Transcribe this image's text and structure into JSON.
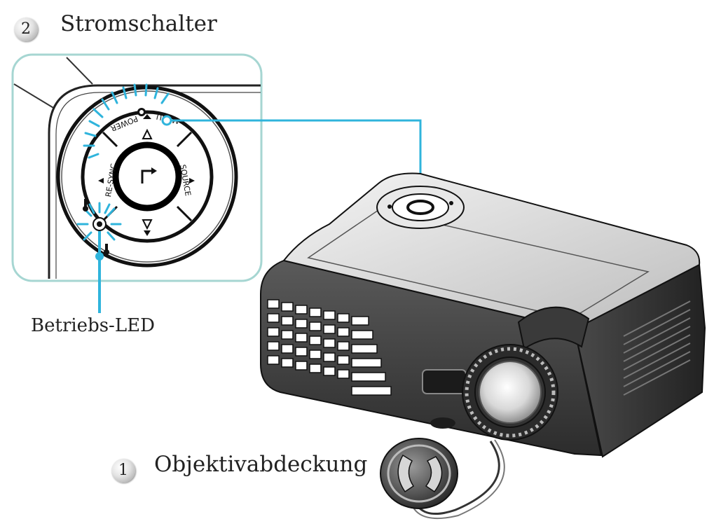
{
  "callouts": {
    "power_switch": {
      "number": "2",
      "label": "Stromschalter"
    },
    "power_led": {
      "label": "Betriebs-LED"
    },
    "lens_cap": {
      "number": "1",
      "label": "Objektivabdeckung"
    }
  },
  "keypad": {
    "power": "POWER",
    "menu": "MENU",
    "resync": "RE-SYNC",
    "source": "SOURCE"
  },
  "colors": {
    "accent": "#2fb4dc",
    "inset_border": "#9fd3cf",
    "text": "#222222"
  }
}
